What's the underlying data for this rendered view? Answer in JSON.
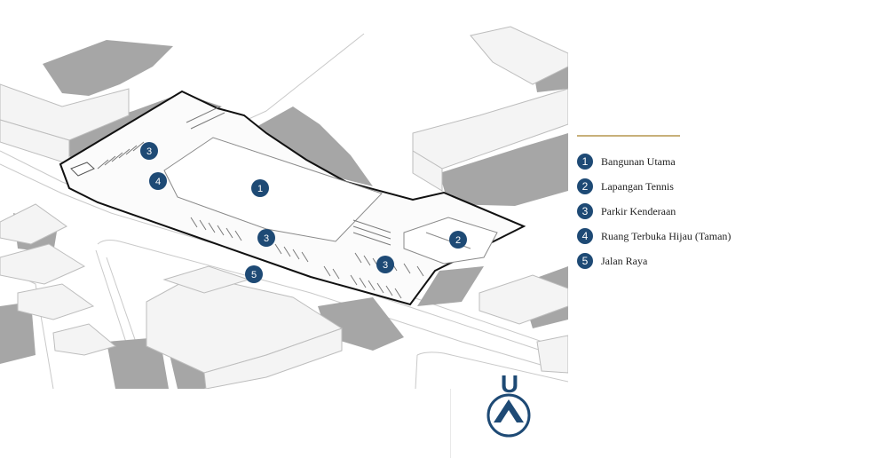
{
  "colors": {
    "marker": "#1e4a75",
    "legend_rule": "#c8b07a",
    "building_shadow": "#a3a3a3",
    "site_outline": "#111111"
  },
  "markers": [
    {
      "id": "m1",
      "num": "1"
    },
    {
      "id": "m2",
      "num": "2"
    },
    {
      "id": "m3a",
      "num": "3"
    },
    {
      "id": "m3b",
      "num": "3"
    },
    {
      "id": "m3c",
      "num": "3"
    },
    {
      "id": "m4",
      "num": "4"
    },
    {
      "id": "m5",
      "num": "5"
    }
  ],
  "legend": {
    "items": [
      {
        "num": "1",
        "label": "Bangunan Utama"
      },
      {
        "num": "2",
        "label": "Lapangan Tennis"
      },
      {
        "num": "3",
        "label": "Parkir Kenderaan"
      },
      {
        "num": "4",
        "label": "Ruang Terbuka Hijau (Taman)"
      },
      {
        "num": "5",
        "label": "Jalan Raya"
      }
    ]
  },
  "north_arrow": {
    "letter": "U",
    "icon": "north-arrow-icon"
  }
}
